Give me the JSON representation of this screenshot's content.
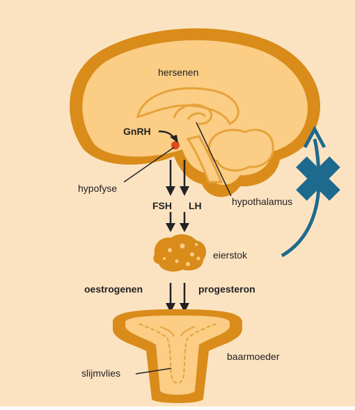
{
  "labels": {
    "brain": "hersenen",
    "gnrh": "GnRH",
    "pituitary": "hypofyse",
    "hypothalamus": "hypothalamus",
    "fsh": "FSH",
    "lh": "LH",
    "ovary": "eierstok",
    "estrogens": "oestrogenen",
    "progesterone": "progesteron",
    "uterus": "baarmoeder",
    "mucosa": "slijmvlies"
  },
  "colors": {
    "background": "#fbe3c2",
    "organ_outline": "#d98c1a",
    "organ_fill": "#fbcd85",
    "organ_detail": "#e6a33a",
    "pituitary_dot": "#e04a1f",
    "feedback_arrow": "#1e6a8e",
    "text": "#222222"
  },
  "icons": {
    "blocked_feedback": "x-cross-icon",
    "feedback": "curved-arrow-up-icon"
  }
}
